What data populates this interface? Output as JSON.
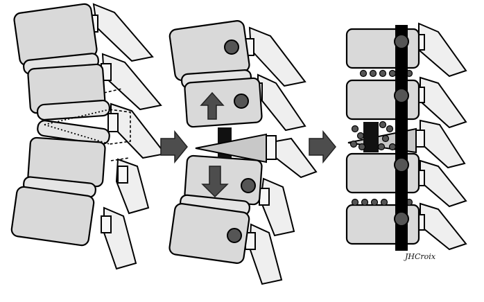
{
  "figure": {
    "signature": "JHCroix",
    "colors": {
      "vertebra": "#d9d9d9",
      "disc": "#e4e4e4",
      "process": "#efefef",
      "screw": "#555555",
      "rod": "#000000",
      "arrow": "#4d4d4d"
    },
    "panels": [
      {
        "id": "panel-1-deformity",
        "elements": [
          "vertebral-bodies",
          "discs",
          "posterior-processes",
          "wedge-resection-outline"
        ]
      },
      {
        "id": "panel-2-resection-and-correction",
        "elements": [
          "vertebral-bodies",
          "pedicle-screws",
          "wedge-bone-segment",
          "direction-arrows",
          "spacer-block"
        ]
      },
      {
        "id": "panel-3-fixation",
        "elements": [
          "vertebral-bodies",
          "rod",
          "pedicle-screws",
          "bone-graft-particles"
        ]
      }
    ],
    "transitions": [
      "transition-arrow-1",
      "transition-arrow-2"
    ]
  }
}
